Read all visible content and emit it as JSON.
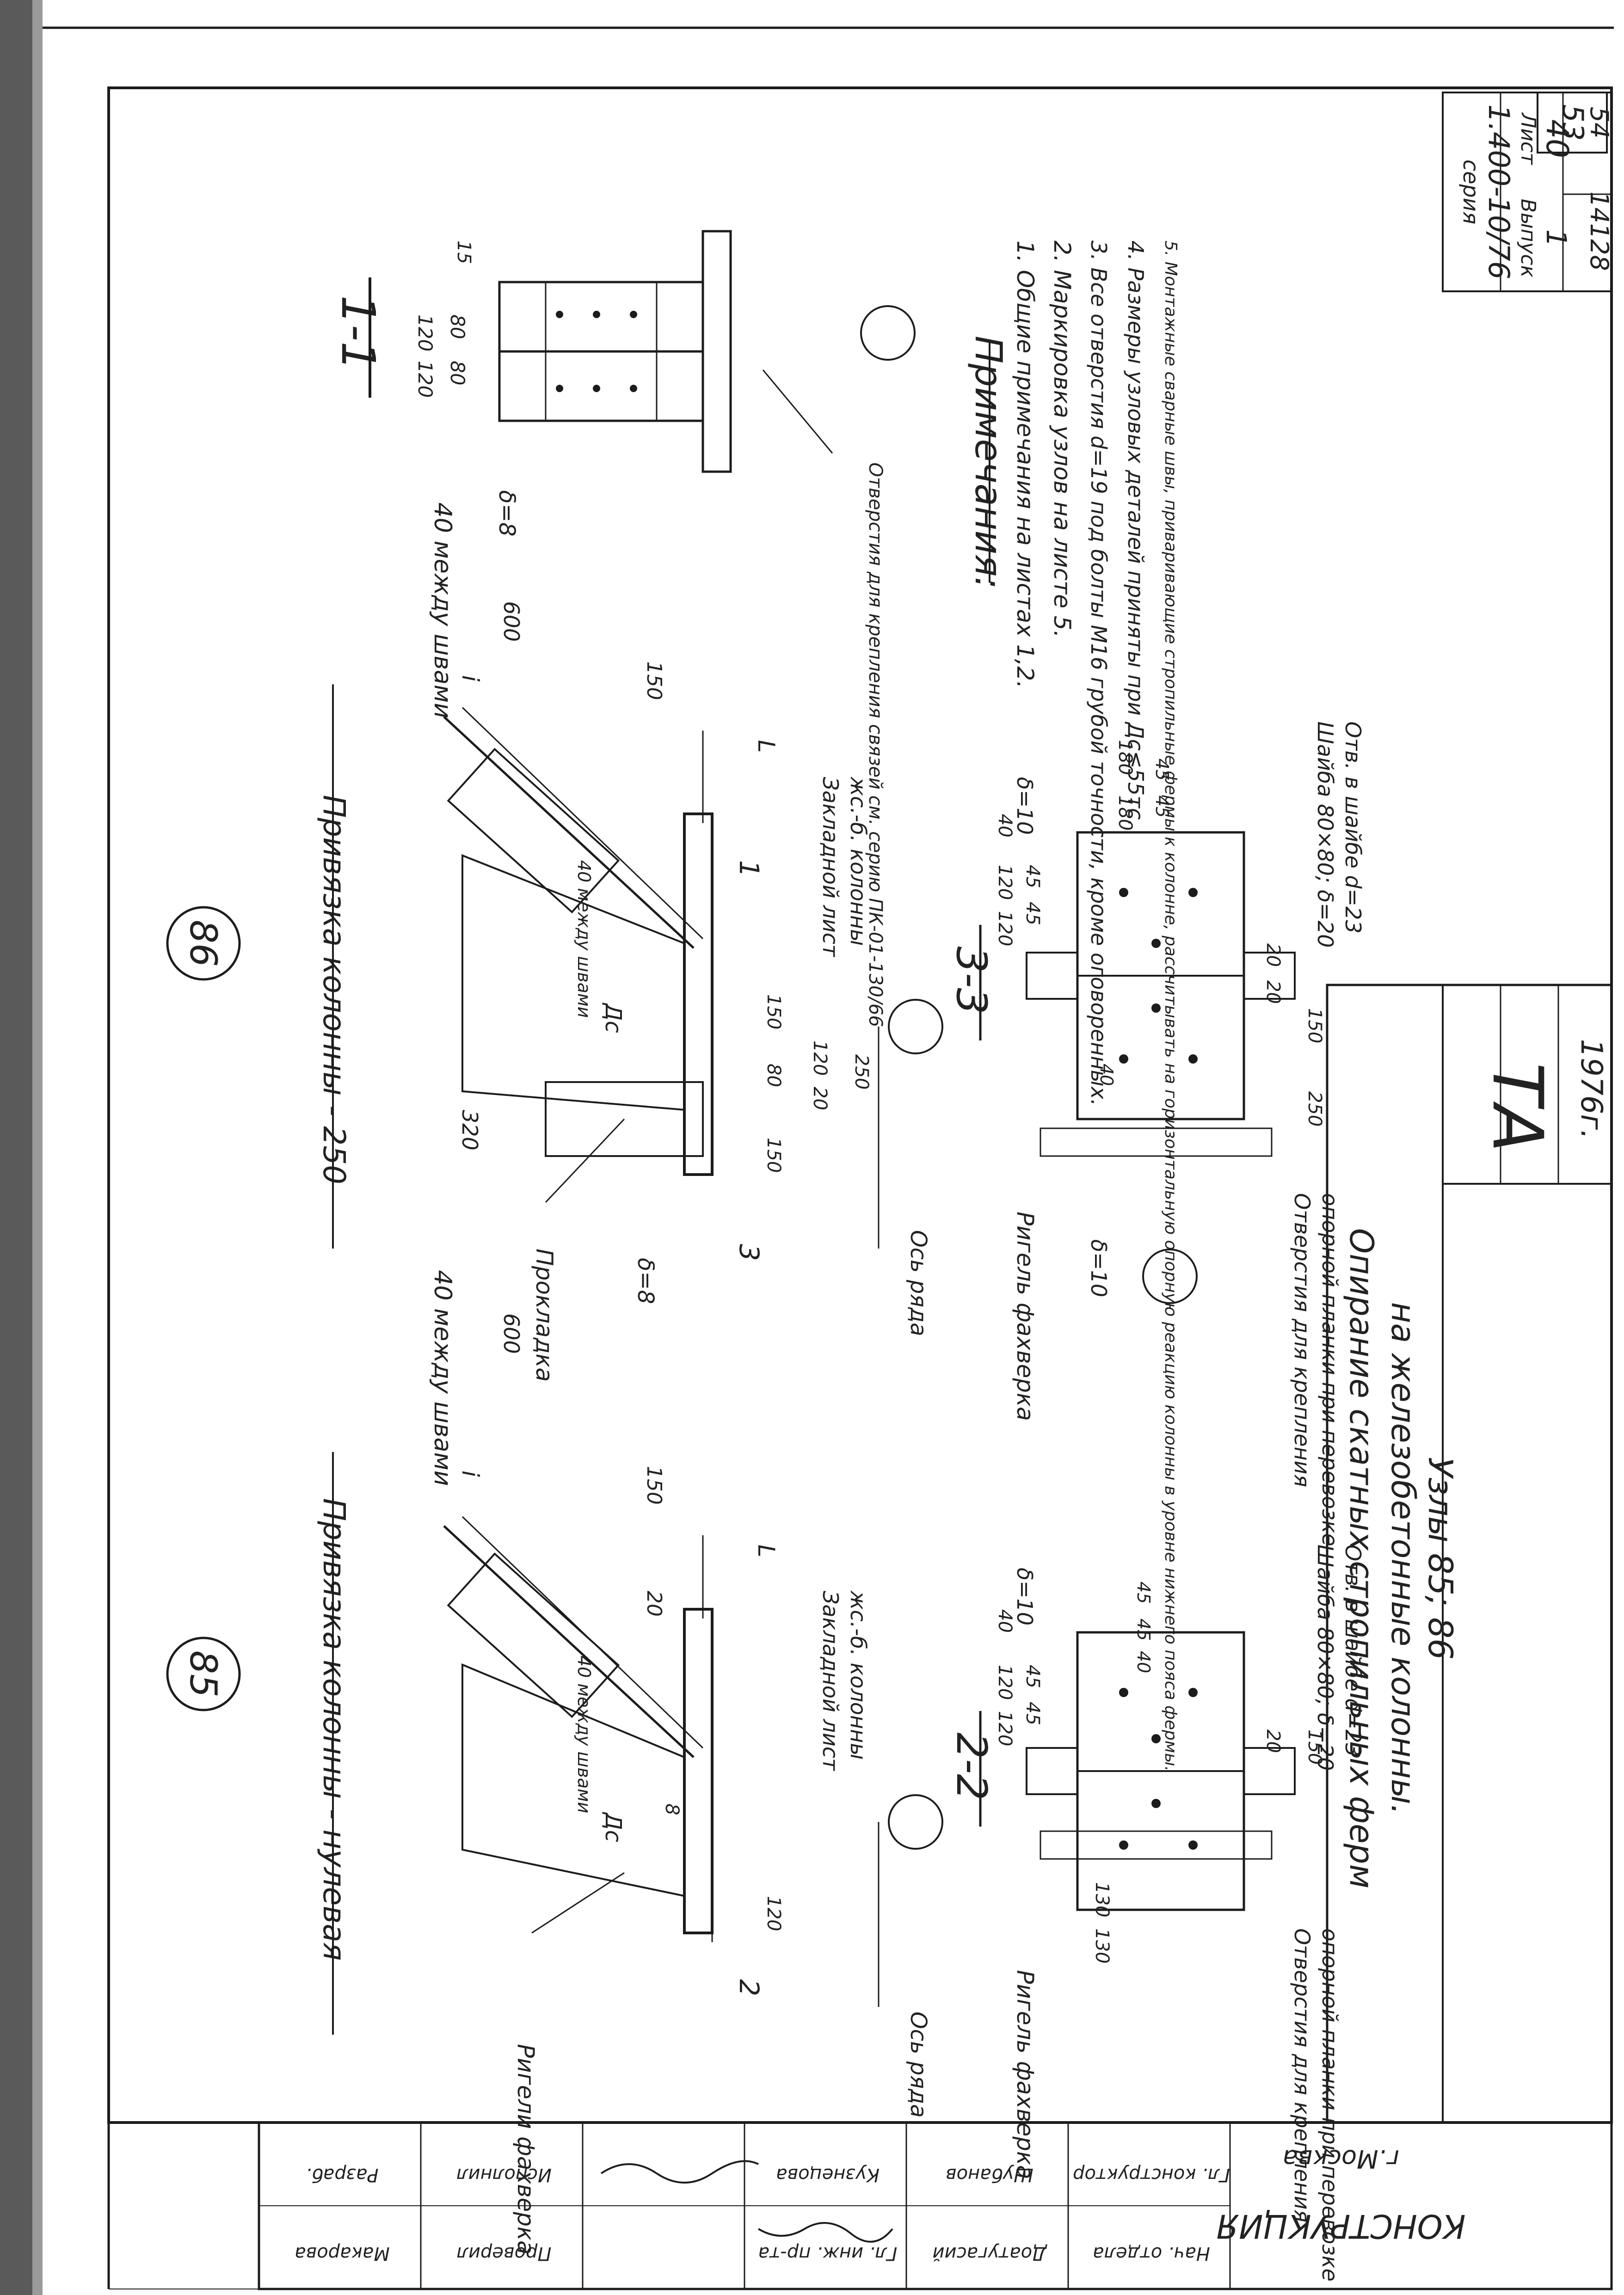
{
  "sheet_number_corner": "53",
  "title_block": {
    "org_mark": "ТА",
    "year": "1976г.",
    "title_line1": "Опирание скатных стропильных ферм",
    "title_line2": "на железобетонные колонны.",
    "title_line3": "Узлы 85; 86",
    "series_label": "серия",
    "series_value": "1.400-10/76",
    "issue_label": "Выпуск",
    "issue_value": "1",
    "sheet_label": "Лист",
    "sheet_value": "40",
    "archive_number": "14128",
    "archive_page": "54"
  },
  "notes": {
    "heading": "Примечания:",
    "items": [
      "1. Общие примечания на листах 1,2.",
      "2. Маркировка узлов на листе 5.",
      "3. Все отверстия d=19 под болты М16 грубой точности, кроме оговоренных.",
      "4. Размеры узловых деталей приняты при Дс≤55тс.",
      "5. Монтажные сварные швы, приваривающие стропильные фермы к колонне, рассчитывать на горизонтальную опорную реакцию колонны в уровне нижнего пояса фермы."
    ]
  },
  "section_1_1": {
    "title": "1-1",
    "dims": [
      "120",
      "80",
      "80",
      "120"
    ],
    "weld": "15",
    "plate_label": "δ=8",
    "hole_note": "Отверстия для крепления связей см. серию ПК-01-130/66"
  },
  "node_85": {
    "number": "85",
    "title": "Привязка колонны - нулевая",
    "weld_note": "40 между швами",
    "dim_600": "600",
    "dim_150": "150",
    "dim_20": "20",
    "dim_120": "120",
    "emb_plate": "Закладной лист",
    "emb_plate2": "жс.-б. колонны",
    "axis_label": "Ось ряда",
    "girt_label": "Ригели фахверка",
    "cut_2": "2",
    "load_label": "Дс",
    "weld_inner": "40 между швами",
    "weld_8": "8",
    "slope_i": "i",
    "span_L": "L"
  },
  "node_86": {
    "number": "86",
    "title": "Привязка колонны - 250",
    "weld_note": "40 между швами",
    "dim_600": "600",
    "dim_150": "150",
    "dim_320": "320",
    "dims_bottom": [
      "150",
      "80",
      "20",
      "120",
      "150"
    ],
    "dim_250": "250",
    "emb_plate": "Закладной лист",
    "emb_plate2": "жс.-б. колонны",
    "axis_label": "Ось ряда",
    "spacer_label": "Прокладка",
    "plate_label": "δ=8",
    "cut_3": "3",
    "cut_1": "1",
    "load_label": "Дс",
    "weld_inner": "40 между швами",
    "slope_i": "i",
    "span_L": "L"
  },
  "section_2_2": {
    "title": "2-2",
    "dims_top": [
      "120",
      "120",
      "45",
      "45",
      "40"
    ],
    "dims_side": [
      "130",
      "130"
    ],
    "dims_small": [
      "45",
      "45",
      "40"
    ],
    "plate": "δ=10",
    "dim_20": "20",
    "dim_150": "150",
    "girt": "Ригель фахверка",
    "hole_note1": "Отверстия для крепления",
    "hole_note2": "опорной планки при перевозке",
    "washer1": "Шайба 80×80; δ=20",
    "washer2": "Отв. в шайбе d=23"
  },
  "section_3_3": {
    "title": "3-3",
    "dims_top": [
      "120",
      "120",
      "45",
      "45",
      "40"
    ],
    "dims_side": [
      "180",
      "180"
    ],
    "dims_small": [
      "45",
      "45",
      "40"
    ],
    "plate": "δ=10",
    "dims_bottom": [
      "20",
      "20",
      "150",
      "250"
    ],
    "girt": "Ригель фахверка",
    "plate2": "δ=10",
    "hole_note1": "Отверстия для крепления",
    "hole_note2": "опорной планки при перевозке",
    "washer1": "Шайба 80×80; δ=20",
    "washer2": "Отв. в шайбе d=23"
  },
  "stamp": {
    "city": "г.Москва",
    "org": "КОНСТРУКЦИЯ",
    "rows": [
      [
        "Гл. конструктор",
        "Шубанов"
      ],
      [
        "Нач. отдела",
        "Доатугасий"
      ],
      [
        "Гл. инж. пр-та",
        "Кузнецова"
      ],
      [
        "Исполнил",
        "Проверил"
      ],
      [
        "Разраб.",
        "Макарова"
      ]
    ]
  }
}
